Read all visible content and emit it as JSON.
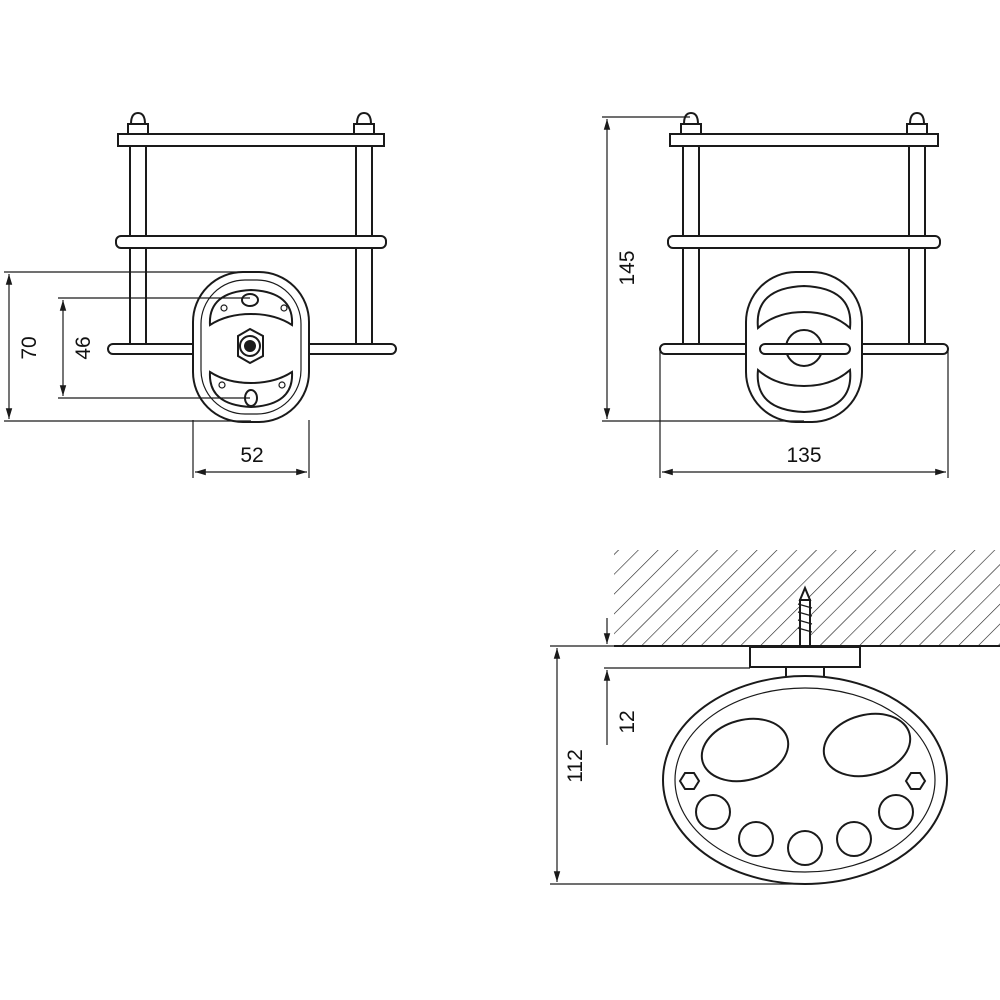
{
  "dimensions": {
    "front_height": "70",
    "front_hole_spacing": "46",
    "front_width": "52",
    "back_height": "145",
    "back_width": "135",
    "top_projection": "112",
    "top_plate": "12"
  },
  "colors": {
    "line": "#1a1a1a",
    "background": "#ffffff"
  }
}
